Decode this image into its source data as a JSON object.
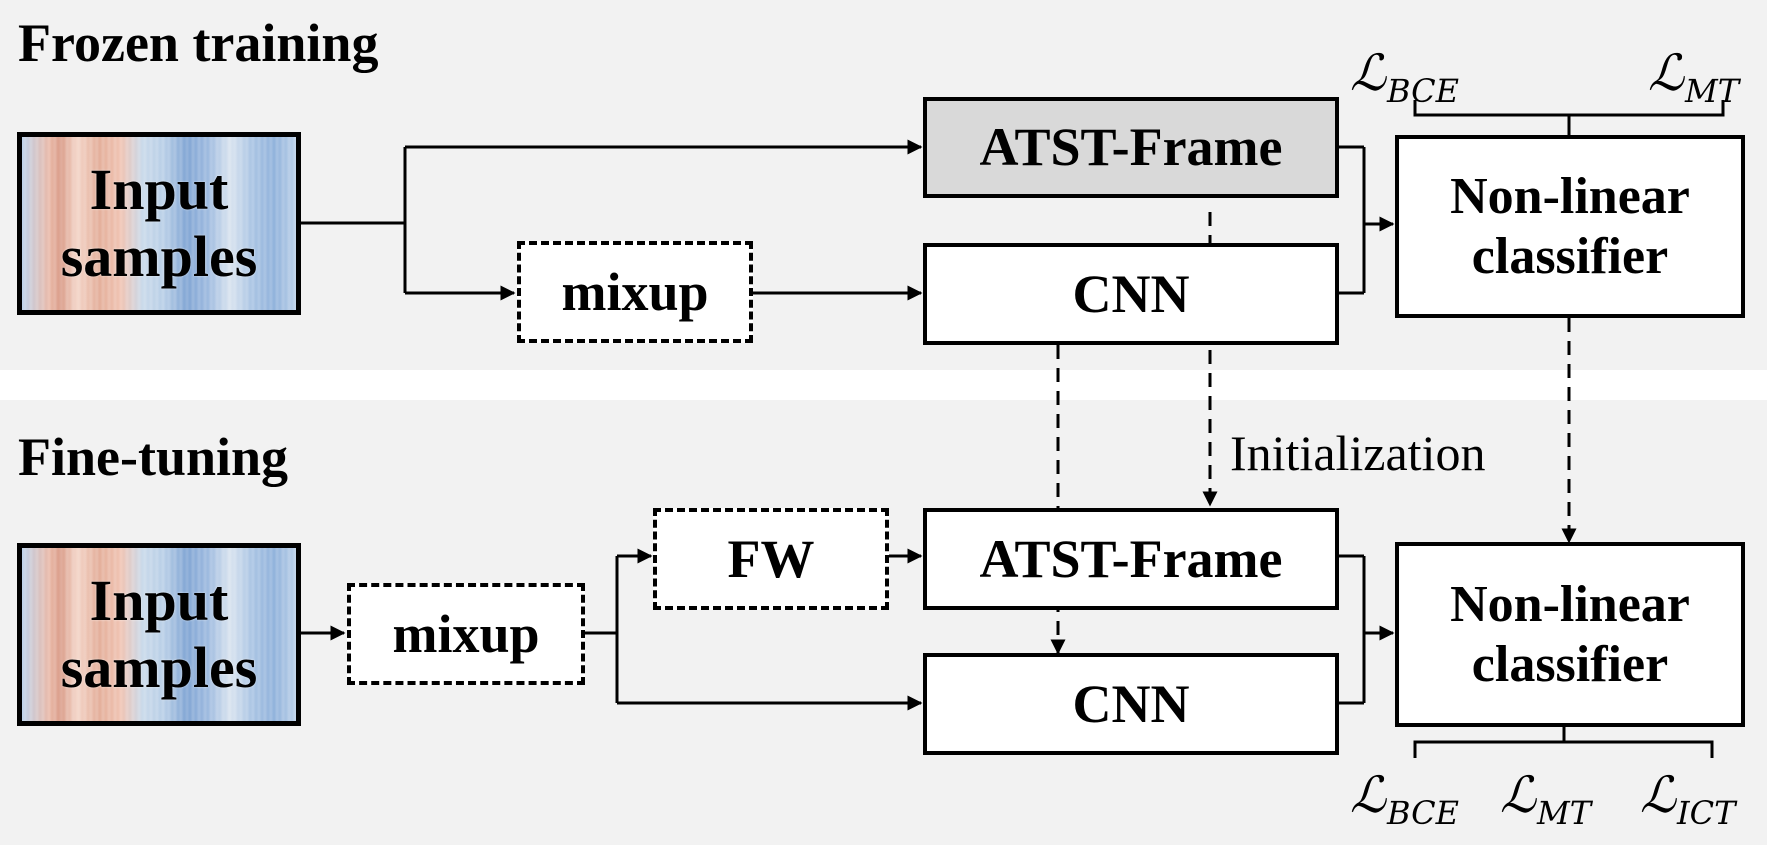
{
  "sections": {
    "frozen": {
      "title": "Frozen training"
    },
    "finetune": {
      "title": "Fine-tuning"
    }
  },
  "frozen": {
    "input": "Input\nsamples",
    "mixup": "mixup",
    "atst": "ATST-Frame",
    "cnn": "CNN",
    "classifier": "Non-linear\nclassifier",
    "losses": [
      {
        "symbol": "ℒ",
        "sub": "BCE"
      },
      {
        "symbol": "ℒ",
        "sub": "MT"
      }
    ]
  },
  "finetune": {
    "input": "Input\nsamples",
    "mixup": "mixup",
    "fw": "FW",
    "atst": "ATST-Frame",
    "cnn": "CNN",
    "classifier": "Non-linear\nclassifier",
    "losses": [
      {
        "symbol": "ℒ",
        "sub": "BCE"
      },
      {
        "symbol": "ℒ",
        "sub": "MT"
      },
      {
        "symbol": "ℒ",
        "sub": "ICT"
      }
    ]
  },
  "annotation": "Initialization",
  "colors": {
    "panel_bg": "#f2f2f2",
    "gray_box": "#d9d9d9",
    "line": "#000000"
  }
}
